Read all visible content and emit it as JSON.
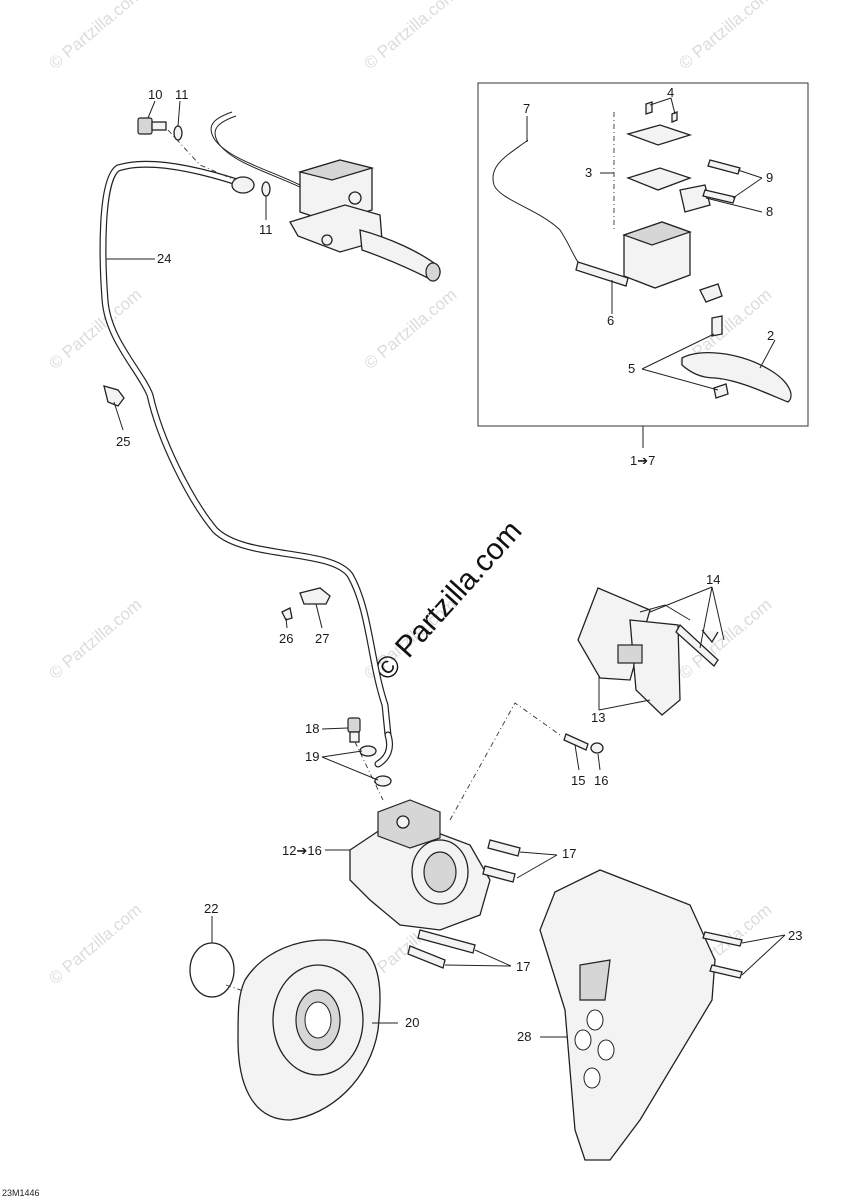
{
  "watermark": {
    "text": "© Partzilla.com",
    "brand": "© Partzilla.com"
  },
  "figure_code": "23M1446",
  "inset": {
    "range_label": "1➔7"
  },
  "callouts": {
    "c1": "10",
    "c2": "11",
    "c3": "11",
    "c4": "24",
    "c5": "25",
    "c6": "26",
    "c7": "27",
    "c8": "18",
    "c9": "19",
    "c10": "12➔16",
    "c11": "22",
    "c12": "20",
    "c13": "7",
    "c14": "4",
    "c15": "3",
    "c16": "9",
    "c17": "8",
    "c18": "6",
    "c19": "2",
    "c20": "5",
    "c21": "14",
    "c22": "13",
    "c23": "15",
    "c24": "16",
    "c25": "17",
    "c26": "17",
    "c27": "23",
    "c28": "28"
  }
}
